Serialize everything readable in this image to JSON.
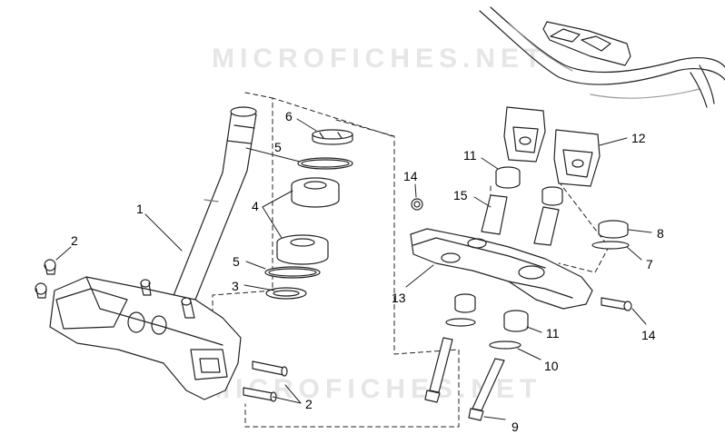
{
  "watermark": {
    "text": "MICROFICHES.NET"
  },
  "callouts": [
    {
      "id": "c1",
      "label": "1"
    },
    {
      "id": "c2a",
      "label": "2"
    },
    {
      "id": "c2b",
      "label": "2"
    },
    {
      "id": "c3",
      "label": "3"
    },
    {
      "id": "c4",
      "label": "4"
    },
    {
      "id": "c5a",
      "label": "5"
    },
    {
      "id": "c5b",
      "label": "5"
    },
    {
      "id": "c6",
      "label": "6"
    },
    {
      "id": "c7",
      "label": "7"
    },
    {
      "id": "c8",
      "label": "8"
    },
    {
      "id": "c9",
      "label": "9"
    },
    {
      "id": "c10",
      "label": "10"
    },
    {
      "id": "c11a",
      "label": "11"
    },
    {
      "id": "c11b",
      "label": "11"
    },
    {
      "id": "c12",
      "label": "12"
    },
    {
      "id": "c13",
      "label": "13"
    },
    {
      "id": "c14a",
      "label": "14"
    },
    {
      "id": "c14b",
      "label": "14"
    },
    {
      "id": "c15",
      "label": "15"
    }
  ]
}
